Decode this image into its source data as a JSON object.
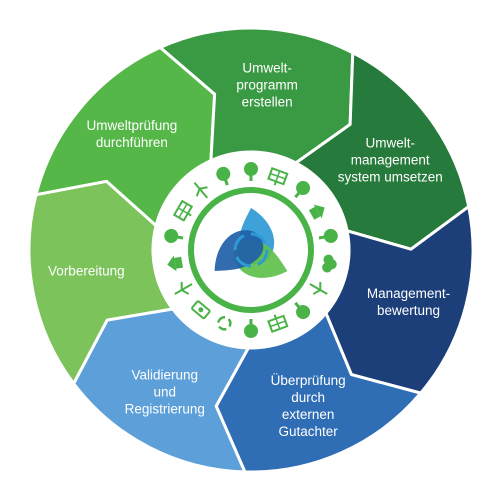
{
  "steps": [
    {
      "label": "Vorbereitung",
      "color": "#7bc35a"
    },
    {
      "label": "Umweltprüfung\ndurchführen",
      "color": "#55b748"
    },
    {
      "label": "Umwelt-\nprogramm\nerstellen",
      "color": "#3a9a44"
    },
    {
      "label": "Umwelt-\nmanagement\nsystem umsetzen",
      "color": "#267a3b"
    },
    {
      "label": "Management-\nbewertung",
      "color": "#1c3f7a"
    },
    {
      "label": "Überprüfung\ndurch\nexternen\nGutachter",
      "color": "#2f6db5"
    },
    {
      "label": "Validierung\nund\nRegistrierung",
      "color": "#5d9fd8"
    }
  ],
  "center": {
    "ring_color": "#49b347",
    "swirl_colors": [
      "#2e9ad5",
      "#5fc04b",
      "#1f5fa8"
    ]
  },
  "ring_icons": [
    "tree-icon",
    "solar-panel-icon",
    "tree-icon",
    "house-icon",
    "tree-icon",
    "bush-icon",
    "wind-turbine-icon",
    "tree-icon",
    "solar-panel-icon",
    "tree-icon",
    "recycle-icon",
    "money-icon",
    "wind-turbine-icon",
    "house-icon",
    "tree-icon",
    "solar-panel-icon",
    "wind-turbine-icon",
    "tree-icon"
  ]
}
